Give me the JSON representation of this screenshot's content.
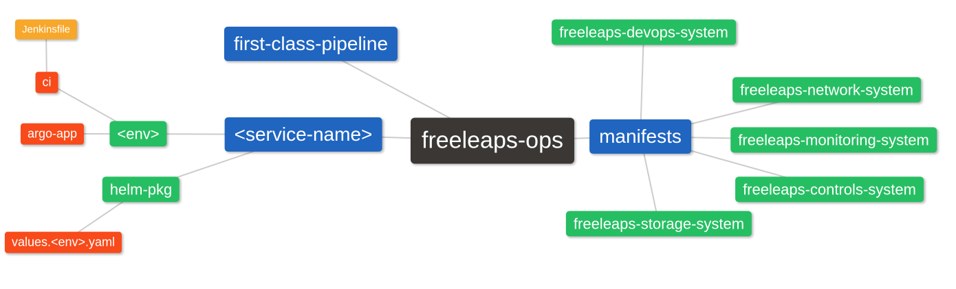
{
  "diagram": {
    "type": "mindmap",
    "nodes": {
      "jenkinsfile": "Jenkinsfile",
      "ci": "ci",
      "argo_app": "argo-app",
      "env": "<env>",
      "helm_pkg": "helm-pkg",
      "values_env_yaml": "values.<env>.yaml",
      "first_class_pipeline": "first-class-pipeline",
      "service_name": "<service-name>",
      "freeleaps_ops": "freeleaps-ops",
      "manifests": "manifests",
      "devops_system": "freeleaps-devops-system",
      "network_system": "freeleaps-network-system",
      "monitoring_system": "freeleaps-monitoring-system",
      "controls_system": "freeleaps-controls-system",
      "storage_system": "freeleaps-storage-system"
    },
    "edges": [
      {
        "from": "freeleaps_ops",
        "to": "first_class_pipeline"
      },
      {
        "from": "freeleaps_ops",
        "to": "service_name"
      },
      {
        "from": "freeleaps_ops",
        "to": "manifests"
      },
      {
        "from": "service_name",
        "to": "env"
      },
      {
        "from": "service_name",
        "to": "helm_pkg"
      },
      {
        "from": "env",
        "to": "ci"
      },
      {
        "from": "env",
        "to": "argo_app"
      },
      {
        "from": "ci",
        "to": "jenkinsfile"
      },
      {
        "from": "helm_pkg",
        "to": "values_env_yaml"
      },
      {
        "from": "manifests",
        "to": "devops_system"
      },
      {
        "from": "manifests",
        "to": "network_system"
      },
      {
        "from": "manifests",
        "to": "monitoring_system"
      },
      {
        "from": "manifests",
        "to": "controls_system"
      },
      {
        "from": "manifests",
        "to": "storage_system"
      }
    ]
  },
  "palette": {
    "blue": "#2065C0",
    "green": "#26BE62",
    "red": "#F84A1A",
    "orange": "#F7A72A",
    "dark": "#3B3735",
    "line": "#CCCCCC",
    "text": "#FFFFFF",
    "background": "#FFFFFF"
  }
}
